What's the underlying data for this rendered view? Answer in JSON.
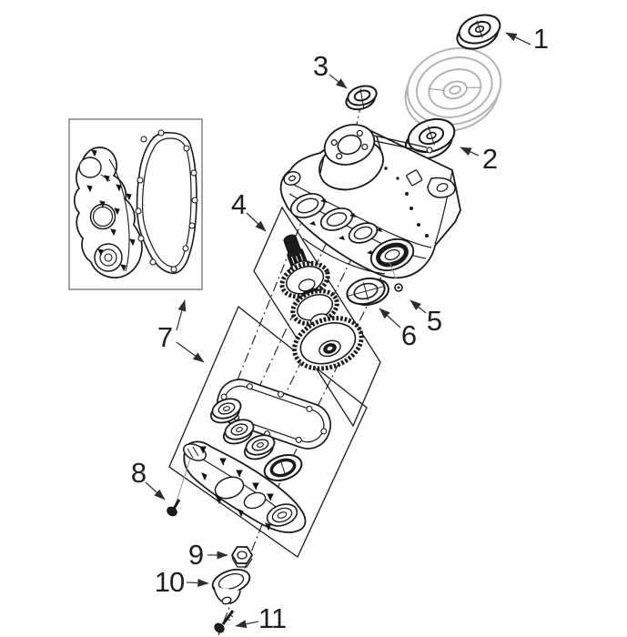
{
  "figure": {
    "kind": "exploded-parts-diagram",
    "background": "#ffffff",
    "colors": {
      "ink": "#1a1a1a",
      "ghost_part": "#b4b4b4",
      "leader": "#3a3a3a",
      "inset_frame": "#8a8a8a"
    },
    "callouts": [
      {
        "label": "1"
      },
      {
        "label": "2"
      },
      {
        "label": "3"
      },
      {
        "label": "4"
      },
      {
        "label": "5"
      },
      {
        "label": "6"
      },
      {
        "label": "7"
      },
      {
        "label": "8"
      },
      {
        "label": "9"
      },
      {
        "label": "10"
      },
      {
        "label": "11"
      }
    ]
  }
}
